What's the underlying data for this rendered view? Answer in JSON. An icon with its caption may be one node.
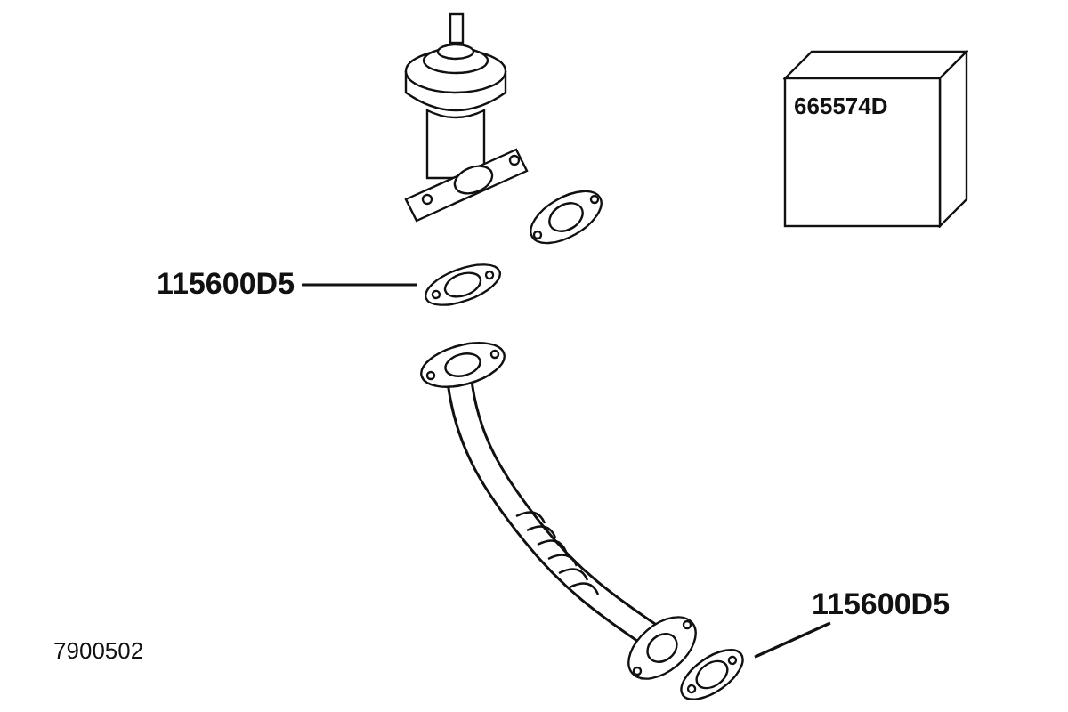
{
  "diagram": {
    "nodes": [
      {
        "text": [
          "115600D5"
        ]
      },
      {
        "text": [],
        "shape": "picture"
      },
      {
        "text": [
          "115600D5"
        ]
      },
      {
        "text": [],
        "shape": "picture"
      },
      {
        "text": [
          "665574D"
        ]
      }
    ],
    "edges": [
      {
        "from": 0,
        "to": 1,
        "arrow": "none"
      },
      {
        "from": 2,
        "to": 3,
        "arrow": "none"
      }
    ],
    "labels": [
      "7900502"
    ]
  }
}
